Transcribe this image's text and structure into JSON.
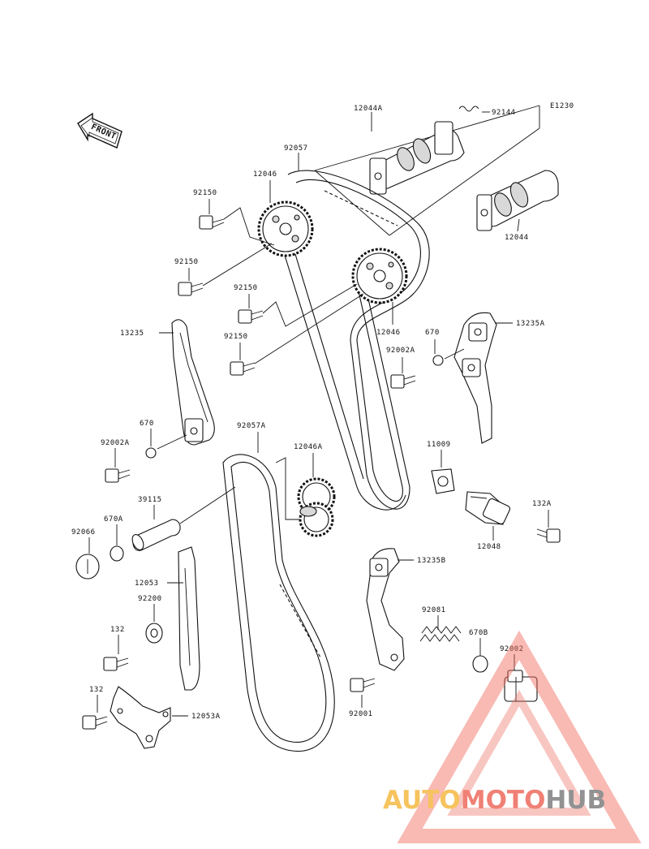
{
  "diagram_code": "E1230",
  "front_label": "FRONT",
  "parts": {
    "p12044A": "12044A",
    "p92144": "92144",
    "p92057": "92057",
    "p12046_top": "12046",
    "p92150_a": "92150",
    "p12044": "12044",
    "p92150_b": "92150",
    "p92150_c": "92150",
    "p12046_mid": "12046",
    "p670": "670",
    "p13235A": "13235A",
    "p13235": "13235",
    "p92150_d": "92150",
    "p92002A_r": "92002A",
    "p670_l": "670",
    "p92002A_l": "92002A",
    "p92057A": "92057A",
    "p12046A": "12046A",
    "p11009": "11009",
    "p39115": "39115",
    "p132A": "132A",
    "p92066": "92066",
    "p670A": "670A",
    "p12048": "12048",
    "p13235B": "13235B",
    "p12053": "12053",
    "p92200": "92200",
    "p92081": "92081",
    "p132_a": "132",
    "p670B": "670B",
    "p92002": "92002",
    "p132_b": "132",
    "p12053A": "12053A",
    "p92001": "92001"
  },
  "watermark": {
    "part1": "AUTO",
    "part2": "MOTO",
    "part3": "HUB",
    "color1": "#f5b942",
    "color2": "#ee6b5d",
    "color3": "#808080"
  }
}
